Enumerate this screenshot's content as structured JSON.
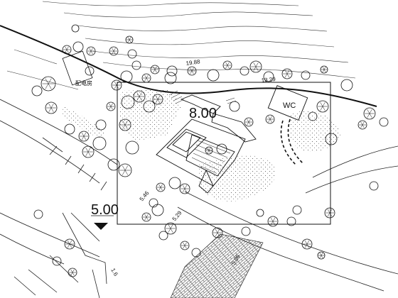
{
  "plan": {
    "label_building_top": "配电房",
    "label_wc": "WC",
    "level_plaza": "8.00",
    "level_entrance": "5.00",
    "spot_level_1": "5.46",
    "spot_level_2": "5.29",
    "spot_level_3": "5.06",
    "contour_label_1": "19.88",
    "contour_label_2": "13.29",
    "road_mark": "1.6"
  }
}
